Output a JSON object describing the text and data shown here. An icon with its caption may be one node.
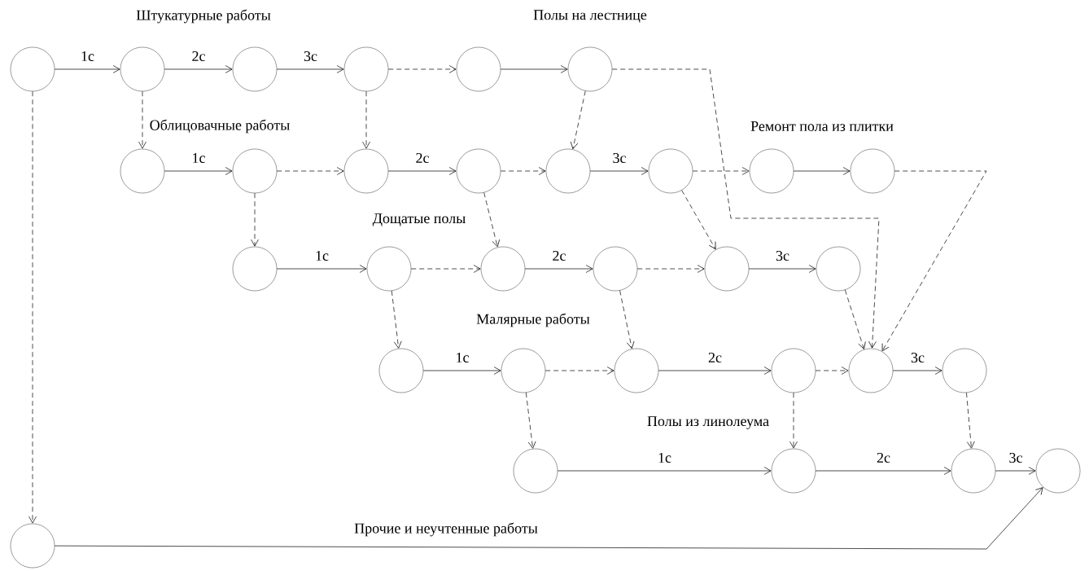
{
  "diagram": {
    "nodes": [
      {
        "text": [],
        "shape": "circle"
      },
      {
        "text": [],
        "shape": "circle"
      },
      {
        "text": [],
        "shape": "circle"
      },
      {
        "text": [],
        "shape": "circle"
      },
      {
        "text": [],
        "shape": "circle"
      },
      {
        "text": [],
        "shape": "circle"
      },
      {
        "text": [],
        "shape": "circle"
      },
      {
        "text": [],
        "shape": "circle"
      },
      {
        "text": [],
        "shape": "circle"
      },
      {
        "text": [],
        "shape": "circle"
      },
      {
        "text": [],
        "shape": "circle"
      },
      {
        "text": [],
        "shape": "circle"
      },
      {
        "text": [],
        "shape": "circle"
      },
      {
        "text": [],
        "shape": "circle"
      },
      {
        "text": [],
        "shape": "circle"
      },
      {
        "text": [],
        "shape": "circle"
      },
      {
        "text": [],
        "shape": "circle"
      },
      {
        "text": [],
        "shape": "circle"
      },
      {
        "text": [],
        "shape": "circle"
      },
      {
        "text": [],
        "shape": "circle"
      },
      {
        "text": [],
        "shape": "circle"
      },
      {
        "text": [],
        "shape": "circle"
      },
      {
        "text": [],
        "shape": "circle"
      },
      {
        "text": [],
        "shape": "circle"
      },
      {
        "text": [],
        "shape": "circle"
      },
      {
        "text": [],
        "shape": "circle"
      },
      {
        "text": [],
        "shape": "circle"
      },
      {
        "text": [],
        "shape": "circle"
      },
      {
        "text": [],
        "shape": "circle"
      },
      {
        "text": [],
        "shape": "circle"
      },
      {
        "text": [],
        "shape": "circle"
      }
    ],
    "edges": [
      {
        "from": 0,
        "to": 1,
        "arrow": "to",
        "label": "1с"
      },
      {
        "from": 1,
        "to": 2,
        "arrow": "to",
        "label": "2с"
      },
      {
        "from": 2,
        "to": 3,
        "arrow": "to",
        "label": "3с"
      },
      {
        "from": 3,
        "to": 4,
        "arrow": "to",
        "style": "dashed"
      },
      {
        "from": 4,
        "to": 5,
        "arrow": "to"
      },
      {
        "from": 0,
        "to": 30,
        "arrow": "to",
        "style": "dashed"
      },
      {
        "from": 1,
        "to": 6,
        "arrow": "to",
        "style": "dashed"
      },
      {
        "from": 3,
        "to": 8,
        "arrow": "to",
        "style": "dashed"
      },
      {
        "from": 5,
        "to": 10,
        "arrow": "to",
        "style": "dashed"
      },
      {
        "from": 5,
        "to": 24,
        "arrow": "to",
        "style": "dashed"
      },
      {
        "from": 6,
        "to": 7,
        "arrow": "to",
        "label": "1с"
      },
      {
        "from": 7,
        "to": 8,
        "arrow": "to",
        "style": "dashed"
      },
      {
        "from": 8,
        "to": 9,
        "arrow": "to",
        "label": "2с"
      },
      {
        "from": 9,
        "to": 10,
        "arrow": "to",
        "style": "dashed"
      },
      {
        "from": 10,
        "to": 11,
        "arrow": "to",
        "label": "3с"
      },
      {
        "from": 11,
        "to": 12,
        "arrow": "to",
        "style": "dashed"
      },
      {
        "from": 12,
        "to": 13,
        "arrow": "to"
      },
      {
        "from": 13,
        "to": 24,
        "arrow": "to",
        "style": "dashed"
      },
      {
        "from": 7,
        "to": 14,
        "arrow": "to",
        "style": "dashed"
      },
      {
        "from": 9,
        "to": 16,
        "arrow": "to",
        "style": "dashed"
      },
      {
        "from": 11,
        "to": 18,
        "arrow": "to",
        "style": "dashed"
      },
      {
        "from": 14,
        "to": 15,
        "arrow": "to",
        "label": "1с"
      },
      {
        "from": 15,
        "to": 16,
        "arrow": "to",
        "style": "dashed"
      },
      {
        "from": 16,
        "to": 17,
        "arrow": "to",
        "label": "2с"
      },
      {
        "from": 17,
        "to": 18,
        "arrow": "to",
        "style": "dashed"
      },
      {
        "from": 18,
        "to": 19,
        "arrow": "to",
        "label": "3с"
      },
      {
        "from": 15,
        "to": 20,
        "arrow": "to",
        "style": "dashed"
      },
      {
        "from": 17,
        "to": 22,
        "arrow": "to",
        "style": "dashed"
      },
      {
        "from": 19,
        "to": 24,
        "arrow": "to",
        "style": "dashed"
      },
      {
        "from": 20,
        "to": 21,
        "arrow": "to",
        "label": "1с"
      },
      {
        "from": 21,
        "to": 22,
        "arrow": "to",
        "style": "dashed"
      },
      {
        "from": 22,
        "to": 23,
        "arrow": "to",
        "label": "2с"
      },
      {
        "from": 23,
        "to": 24,
        "arrow": "to",
        "style": "dashed"
      },
      {
        "from": 24,
        "to": 25,
        "arrow": "to",
        "label": "3с"
      },
      {
        "from": 21,
        "to": 26,
        "arrow": "to",
        "style": "dashed"
      },
      {
        "from": 23,
        "to": 27,
        "arrow": "to",
        "style": "dashed"
      },
      {
        "from": 25,
        "to": 28,
        "arrow": "to",
        "style": "dashed"
      },
      {
        "from": 26,
        "to": 27,
        "arrow": "to",
        "label": "1с"
      },
      {
        "from": 27,
        "to": 28,
        "arrow": "to",
        "label": "2с"
      },
      {
        "from": 28,
        "to": 29,
        "arrow": "to",
        "label": "3с"
      },
      {
        "from": 30,
        "to": 29,
        "arrow": "to",
        "label": "Прочие и неучтенные работы"
      }
    ],
    "labels": [
      "Штукатурные работы",
      "Полы на лестнице",
      "Облицовачные работы",
      "Ремонт пола из плитки",
      "Дощатые полы",
      "Малярные работы",
      "Полы из линолеума"
    ]
  }
}
